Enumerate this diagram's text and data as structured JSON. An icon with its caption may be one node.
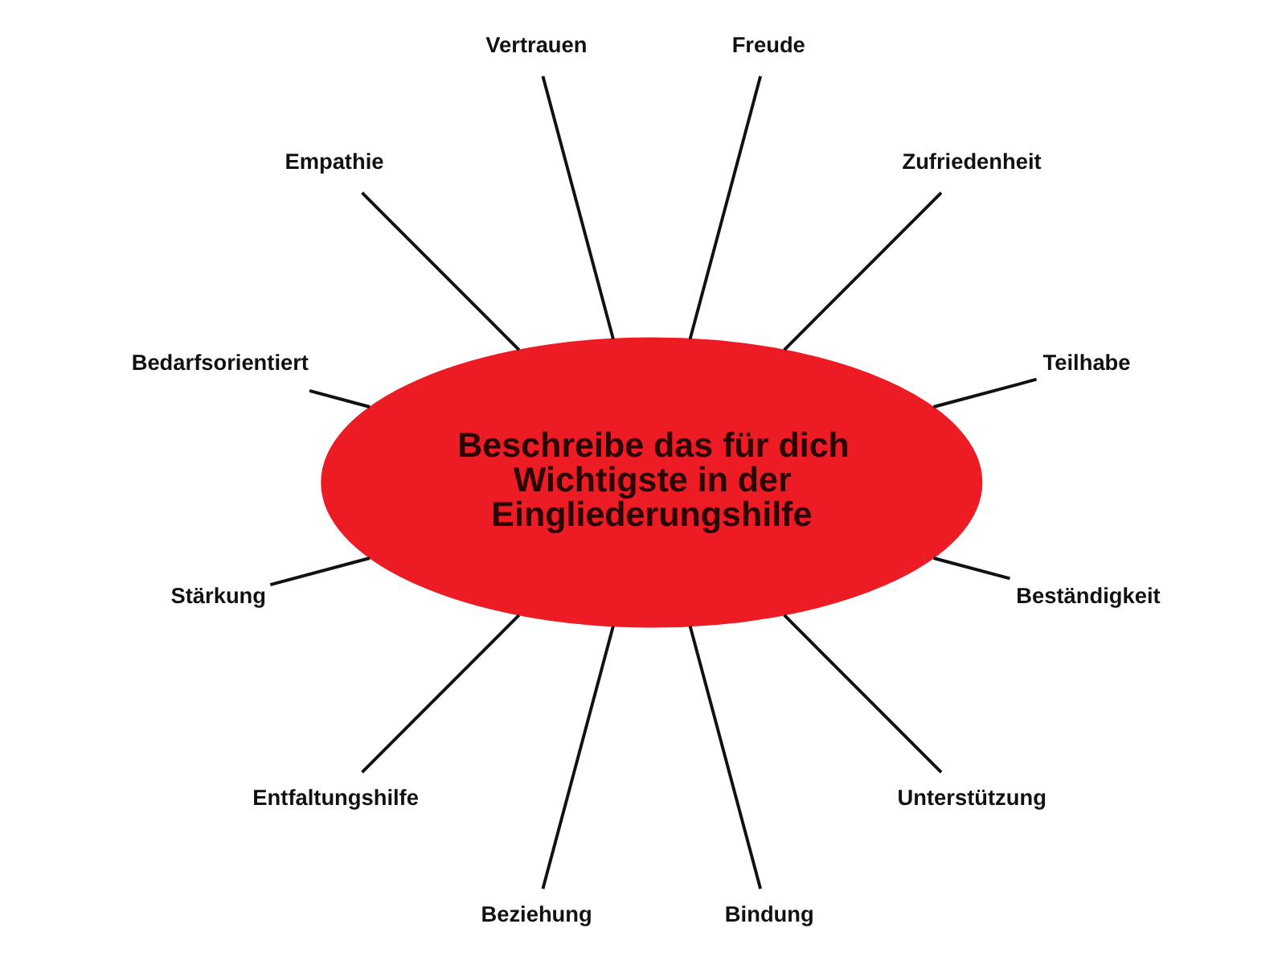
{
  "diagram": {
    "nodes": [
      {
        "text": [
          "Beschreibe das für dich Wichtigste in der Eingliederungshilfe"
        ]
      },
      {
        "text": [
          "Empathie"
        ]
      },
      {
        "text": [
          "Vertrauen"
        ]
      },
      {
        "text": [
          "Freude"
        ]
      },
      {
        "text": [
          "Zufriedenheit"
        ]
      },
      {
        "text": [
          "Teilhabe"
        ]
      },
      {
        "text": [
          "Beständigkeit"
        ]
      },
      {
        "text": [
          "Unterstützung"
        ]
      },
      {
        "text": [
          "Bindung"
        ]
      },
      {
        "text": [
          "Beziehung"
        ]
      },
      {
        "text": [
          "Entfaltungshilfe"
        ]
      },
      {
        "text": [
          "Stärkung"
        ]
      },
      {
        "text": [
          "Bedarfsorientiert"
        ]
      }
    ],
    "edges": [
      {
        "from": 0,
        "to": 5,
        "arrow": "none"
      },
      {
        "from": 0,
        "to": 4,
        "arrow": "none"
      },
      {
        "from": 0,
        "to": 3,
        "arrow": "none"
      },
      {
        "from": 0,
        "to": 2,
        "arrow": "none"
      },
      {
        "from": 0,
        "to": 1,
        "arrow": "none"
      },
      {
        "from": 0,
        "to": 12,
        "arrow": "none"
      },
      {
        "from": 0,
        "to": 11,
        "arrow": "none"
      },
      {
        "from": 0,
        "to": 10,
        "arrow": "none"
      },
      {
        "from": 0,
        "to": 9,
        "arrow": "none"
      },
      {
        "from": 0,
        "to": 8,
        "arrow": "none"
      },
      {
        "from": 0,
        "to": 7,
        "arrow": "none"
      },
      {
        "from": 0,
        "to": 6,
        "arrow": "none"
      }
    ]
  }
}
